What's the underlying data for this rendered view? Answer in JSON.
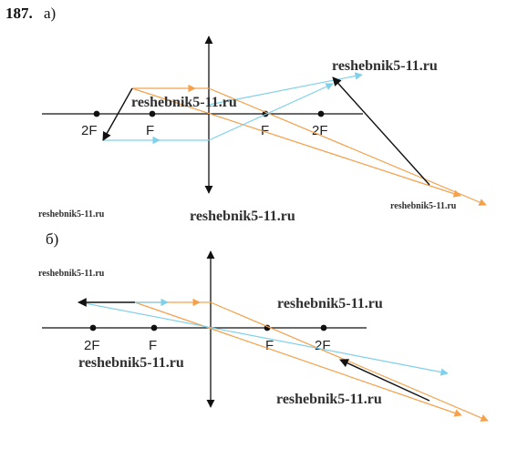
{
  "problem_number": "187.",
  "part_a_label": "а)",
  "part_b_label": "б)",
  "focus_label": "F",
  "double_focus_label": "2F",
  "watermark": "reshebnik5-11.ru",
  "colors": {
    "orange_ray": "#f5a04a",
    "blue_ray": "#7fd0ea",
    "object_image": "#111111",
    "axis": "#111111"
  }
}
